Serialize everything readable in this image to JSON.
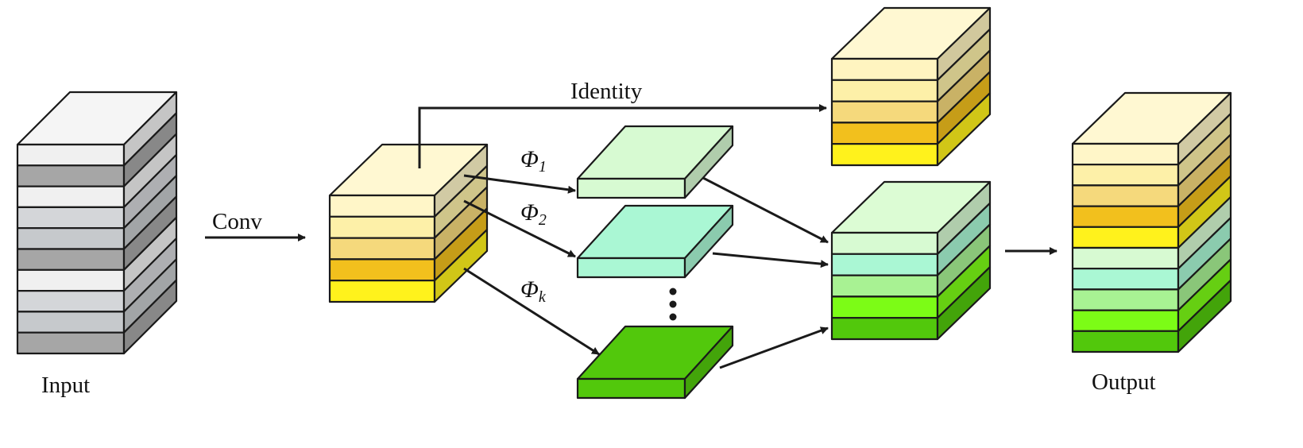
{
  "labels": {
    "input": "Input",
    "conv": "Conv",
    "identity": "Identity",
    "output": "Output",
    "phi_symbol": "Φ",
    "phi_1_sub": "1",
    "phi_2_sub": "2",
    "phi_k_sub": "k"
  },
  "colors": {
    "input_layers": [
      "#f0f0f0",
      "#a6a6a6",
      "#f0f0f0",
      "#d4d6d9",
      "#c6c9cc",
      "#a6a6a6",
      "#f0f0f0",
      "#d4d6d9",
      "#c6c9cc",
      "#a6a6a6"
    ],
    "input_top": "#f5f5f5",
    "intrinsic_layers": [
      "#fff6c8",
      "#fdf0a8",
      "#f5d97c",
      "#f2c01d",
      "#fff21c"
    ],
    "intrinsic_top": "#fff8d2",
    "identity_layers": [
      "#fff4c0",
      "#fdf0a8",
      "#f5d97c",
      "#f2c01d",
      "#fff21c"
    ],
    "identity_top": "#fff8d2",
    "ghost_layers": [
      "#d7fad2",
      "#aaf7d4",
      "#a8f293",
      "#7cfc16",
      "#52c80c"
    ],
    "ghost_top": "#dcfcd4",
    "phi_1": "#d7fad2",
    "phi_2": "#aaf7d4",
    "phi_k": "#52c80c",
    "output_layers": [
      "#fff6c8",
      "#fdf0a8",
      "#f5d97c",
      "#f2c01d",
      "#fff21c",
      "#d7fad2",
      "#aaf7d4",
      "#a8f293",
      "#7cfc16",
      "#52c80c"
    ],
    "output_top": "#fff8d2"
  }
}
